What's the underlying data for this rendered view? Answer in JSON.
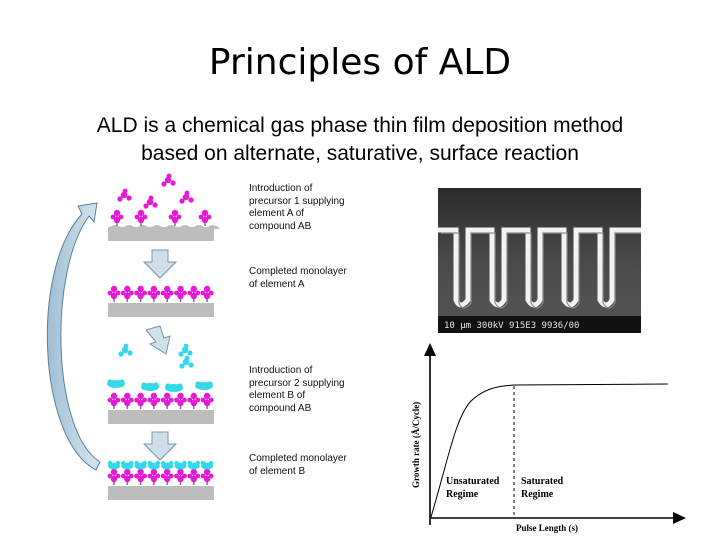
{
  "slide": {
    "title": "Principles of ALD",
    "subtitle_line1": "ALD is a chemical gas phase thin film deposition method",
    "subtitle_line2": "based on alternate, saturative, surface reaction"
  },
  "steps": [
    {
      "lines": [
        "Introduction of",
        "precursor 1 supplying",
        "element A of",
        "compound AB"
      ]
    },
    {
      "lines": [
        "Completed monolayer",
        "of element A"
      ]
    },
    {
      "lines": [
        "Introduction of",
        "precursor 2 supplying",
        "element B of",
        "compound AB"
      ]
    },
    {
      "lines": [
        "Completed monolayer",
        "of element B"
      ]
    }
  ],
  "sem": {
    "caption": "10 µm 300kV  915E3  9936/00"
  },
  "growth_plot": {
    "ylabel": "Growth rate (Å/Cycle)",
    "xlabel": "Pulse Length (s)",
    "regime_left": [
      "Unsaturated",
      "Regime"
    ],
    "regime_right": [
      "Saturated",
      "Regime"
    ]
  },
  "colors": {
    "precursor_a": "#e619d8",
    "precursor_b": "#33d9e6",
    "substrate": "#b8b8b8",
    "arrow_fill": "#c7d9e6"
  }
}
